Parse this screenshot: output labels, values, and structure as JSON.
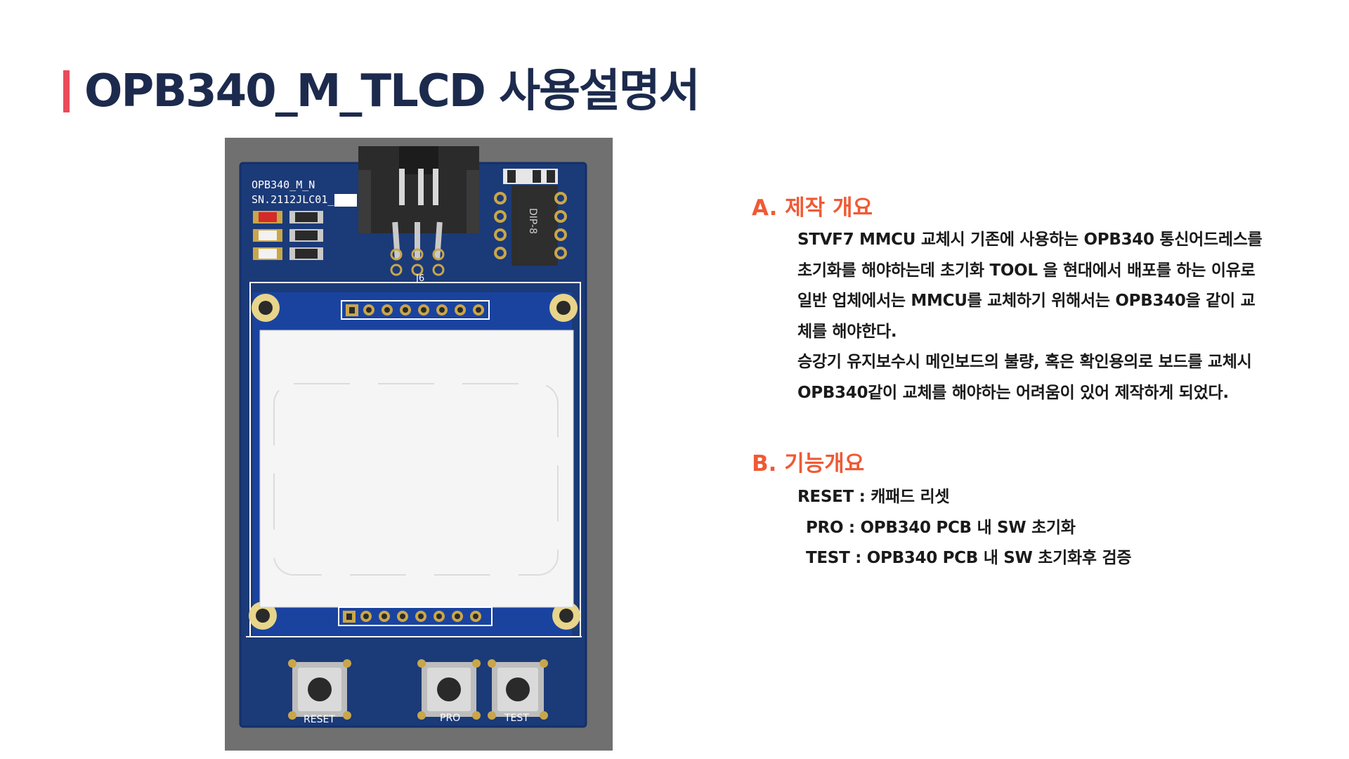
{
  "title": "OPB340_M_TLCD 사용설명서",
  "board": {
    "model_label": "OPB340_M_N",
    "serial_label": "SN.2112JLC01_",
    "chip_label": "DIP-8",
    "connector_label": "J6",
    "buttons": [
      "RESET",
      "PRO",
      "TEST"
    ]
  },
  "section_a": {
    "heading": "A. 제작 개요",
    "lines": [
      "STVF7 MMCU 교체시 기존에 사용하는 OPB340 통신어드레스를",
      "초기화를 해야하는데 초기화 TOOL 을 현대에서 배포를 하는 이유로",
      "일반 업체에서는 MMCU를 교체하기 위해서는 OPB340을 같이 교",
      "체를 해야한다.",
      "승강기 유지보수시 메인보드의 불량, 혹은 확인용의로 보드를 교체시",
      "OPB340같이 교체를 해야하는 어려움이 있어 제작하게 되었다."
    ]
  },
  "section_b": {
    "heading": "B. 기능개요",
    "lines": [
      "RESET : 캐패드 리셋",
      "PRO  :  OPB340 PCB 내 SW 초기화",
      "TEST :  OPB340 PCB 내 SW 초기화후 검증"
    ]
  },
  "colors": {
    "title": "#1c2a4d",
    "accent_bar": "#ea4b5a",
    "section_heading": "#ef5a35",
    "pcb": "#1b3a78",
    "body_text": "#1a1a1a"
  }
}
